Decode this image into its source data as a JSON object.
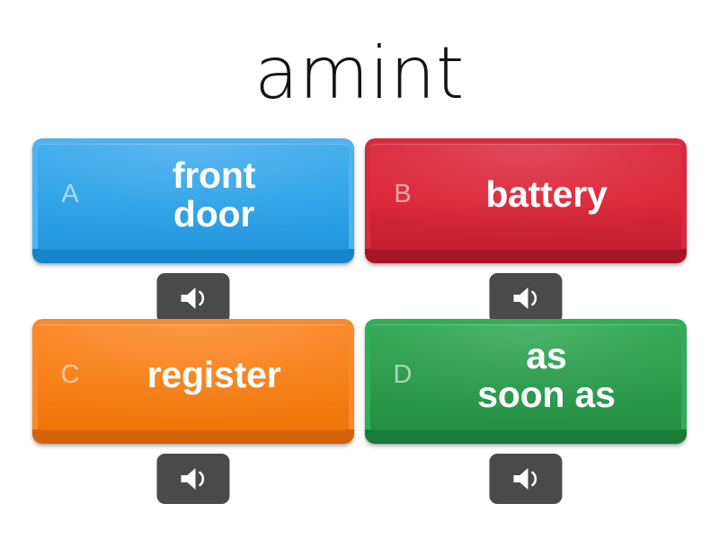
{
  "quiz": {
    "title": "amint"
  },
  "answers": [
    {
      "letter": "A",
      "text": "front\ndoor",
      "color": "#2fa3e9",
      "audio_icon": "speaker-icon"
    },
    {
      "letter": "B",
      "text": "battery",
      "color": "#dc2638",
      "audio_icon": "speaker-icon"
    },
    {
      "letter": "C",
      "text": "register",
      "color": "#f87f15",
      "audio_icon": "speaker-icon"
    },
    {
      "letter": "D",
      "text": "as\nsoon as",
      "color": "#2a9b4b",
      "audio_icon": "speaker-icon"
    }
  ],
  "theme": {
    "background": "#ffffff",
    "title_color": "#141414",
    "answer_text_color": "#ffffff",
    "letter_badge_color": "rgba(255,255,255,0.58)",
    "audio_button_color": "#4a4a4a"
  }
}
